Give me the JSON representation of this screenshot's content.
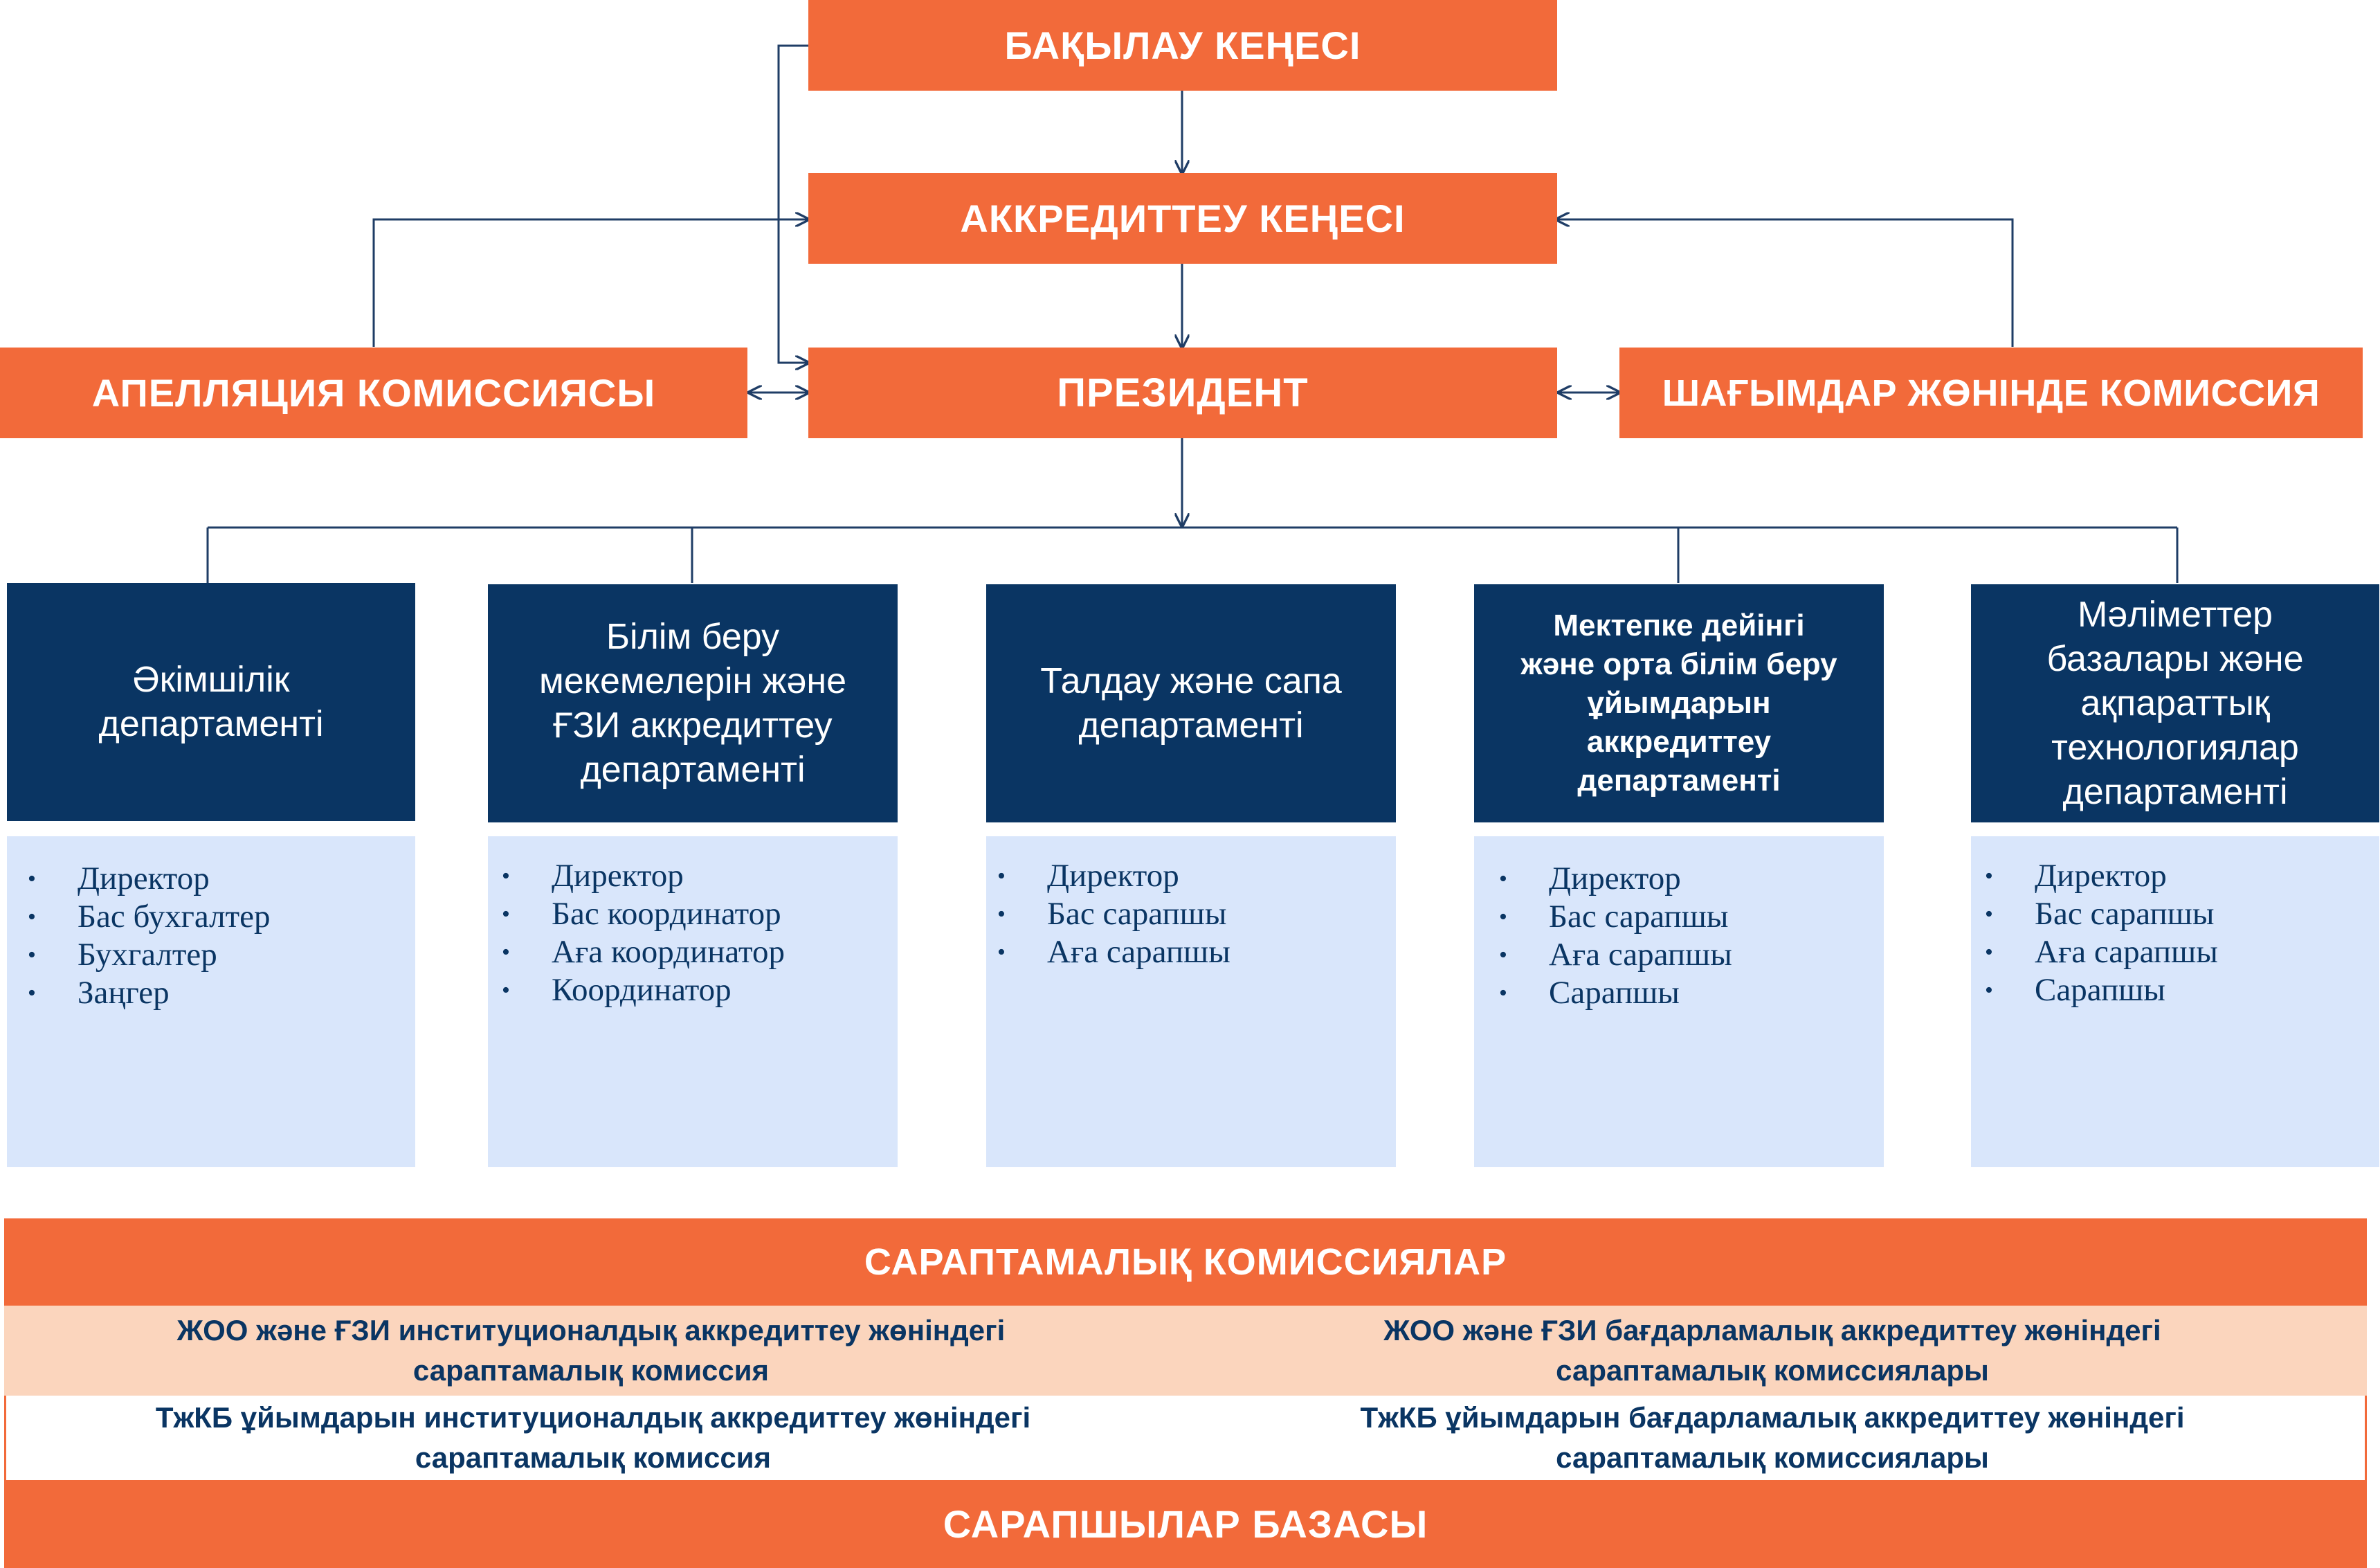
{
  "top": {
    "supervisory_board": "БАҚЫЛАУ КЕҢЕСІ",
    "accreditation_council": "АККРЕДИТТЕУ КЕҢЕСІ",
    "president": "ПРЕЗИДЕНТ",
    "appeals_commission": "АПЕЛЛЯЦИЯ КОМИССИЯСЫ",
    "complaints_commission": "ШАҒЫМДАР ЖӨНІНДЕ КОМИССИЯ"
  },
  "departments": [
    {
      "title_lines": [
        "Әкімшілік",
        "департаменті"
      ],
      "bold": false,
      "staff": [
        "Директор",
        "Бас бухгалтер",
        "Бухгалтер",
        "Заңгер"
      ]
    },
    {
      "title_lines": [
        "Білім беру",
        "мекемелерін және",
        "ҒЗИ аккредиттеу",
        "департаменті"
      ],
      "bold": false,
      "staff": [
        "Директор",
        "Бас координатор",
        "Аға координатор",
        "Координатор"
      ]
    },
    {
      "title_lines": [
        "Талдау және сапа",
        "департаменті"
      ],
      "bold": false,
      "staff": [
        "Директор",
        "Бас сарапшы",
        "Аға сарапшы"
      ]
    },
    {
      "title_lines": [
        "Мектепке дейінгі",
        "және орта білім беру",
        "ұйымдарын",
        "аккредиттеу",
        "департаменті"
      ],
      "bold": true,
      "staff": [
        "Директор",
        "Бас сарапшы",
        "Аға сарапшы",
        "Сарапшы"
      ]
    },
    {
      "title_lines": [
        "Мәліметтер",
        "базалары және",
        "ақпараттық",
        "технологиялар",
        "департаменті"
      ],
      "bold": false,
      "staff": [
        "Директор",
        "Бас сарапшы",
        "Аға сарапшы",
        "Сарапшы"
      ]
    }
  ],
  "bullet_symbol": "•",
  "expert_commissions": {
    "title": "САРАПТАМАЛЫҚ КОМИССИЯЛАР",
    "row1_left_lines": [
      "ЖОО және ҒЗИ институционалдық аккредиттеу жөніндегі",
      "сараптамалық комиссия"
    ],
    "row1_right_lines": [
      "ЖОО және ҒЗИ бағдарламалық аккредиттеу жөніндегі",
      "сараптамалық комиссиялары"
    ],
    "row2_left_lines": [
      "ТжКБ ұйымдарын институционалдық аккредиттеу жөніндегі",
      "сараптамалық комиссия"
    ],
    "row2_right_lines": [
      "ТжКБ ұйымдарын бағдарламалық аккредиттеу жөніндегі",
      "сараптамалық комиссиялары"
    ]
  },
  "experts_base": "САРАПШЫЛАР БАЗАСЫ",
  "colors": {
    "orange": "#f26a3a",
    "navy": "#0a3563",
    "light_blue": "#d9e6fb",
    "peach": "#fbd5bd",
    "connector": "#1f3d66"
  }
}
